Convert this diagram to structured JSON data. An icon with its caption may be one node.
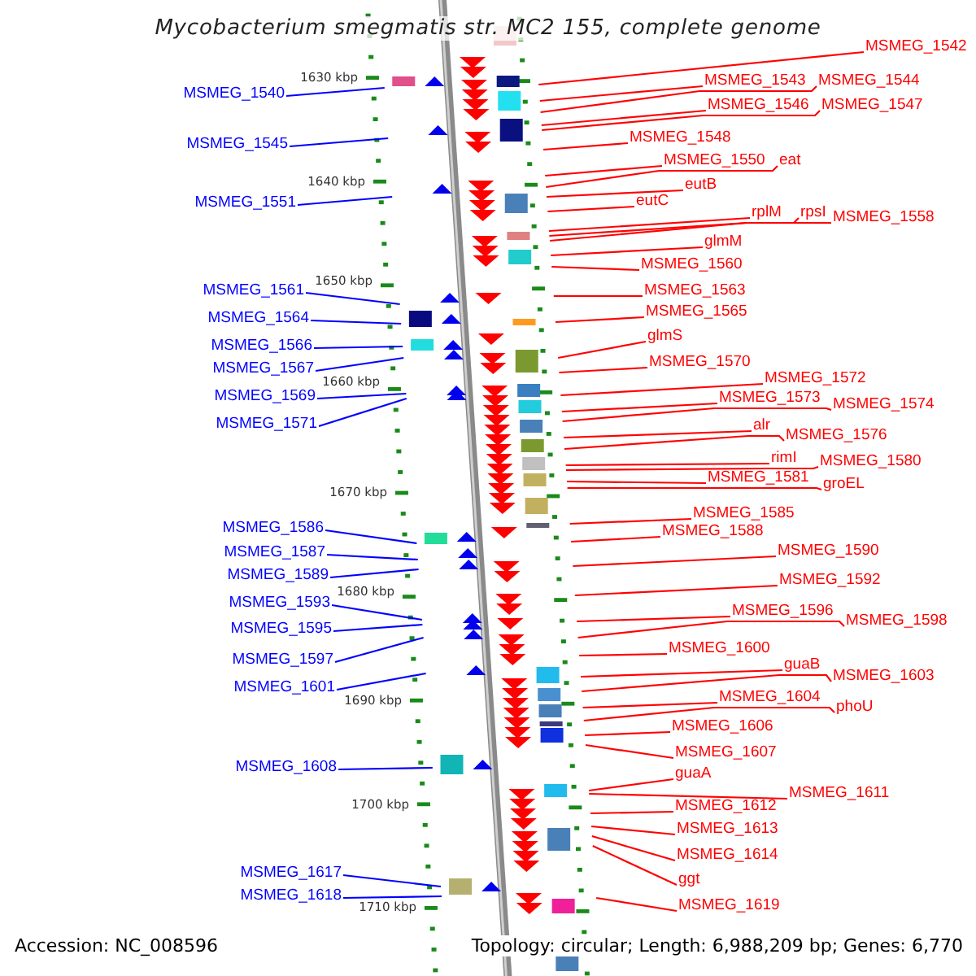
{
  "diagram": {
    "title": "Mycobacterium smegmatis str. MC2 155, complete genome",
    "nodes": [
      {
        "text": [
          "MSMEG_1540"
        ]
      },
      {
        "text": [
          "MSMEG_1545"
        ]
      },
      {
        "text": [
          "MSMEG_1551"
        ]
      },
      {
        "text": [
          "MSMEG_1561"
        ]
      },
      {
        "text": [
          "MSMEG_1564"
        ]
      },
      {
        "text": [
          "MSMEG_1566"
        ]
      },
      {
        "text": [
          "MSMEG_1567"
        ]
      },
      {
        "text": [
          "MSMEG_1569"
        ]
      },
      {
        "text": [
          "MSMEG_1571"
        ]
      },
      {
        "text": [
          "MSMEG_1586"
        ]
      },
      {
        "text": [
          "MSMEG_1587"
        ]
      },
      {
        "text": [
          "MSMEG_1589"
        ]
      },
      {
        "text": [
          "MSMEG_1593"
        ]
      },
      {
        "text": [
          "MSMEG_1595"
        ]
      },
      {
        "text": [
          "MSMEG_1597"
        ]
      },
      {
        "text": [
          "MSMEG_1601"
        ]
      },
      {
        "text": [
          "MSMEG_1608"
        ]
      },
      {
        "text": [
          "MSMEG_1617"
        ]
      },
      {
        "text": [
          "MSMEG_1618"
        ]
      },
      {
        "text": [
          "MSMEG_1542"
        ]
      },
      {
        "text": [
          "MSMEG_1543"
        ]
      },
      {
        "text": [
          "MSMEG_1544"
        ]
      },
      {
        "text": [
          "MSMEG_1546"
        ]
      },
      {
        "text": [
          "MSMEG_1547"
        ]
      },
      {
        "text": [
          "MSMEG_1548"
        ]
      },
      {
        "text": [
          "MSMEG_1550"
        ]
      },
      {
        "text": [
          "eat"
        ]
      },
      {
        "text": [
          "eutB"
        ]
      },
      {
        "text": [
          "eutC"
        ]
      },
      {
        "text": [
          "rplM"
        ]
      },
      {
        "text": [
          "rpsI"
        ]
      },
      {
        "text": [
          "MSMEG_1558"
        ]
      },
      {
        "text": [
          "glmM"
        ]
      },
      {
        "text": [
          "MSMEG_1560"
        ]
      },
      {
        "text": [
          "MSMEG_1563"
        ]
      },
      {
        "text": [
          "MSMEG_1565"
        ]
      },
      {
        "text": [
          "glmS"
        ]
      },
      {
        "text": [
          "MSMEG_1570"
        ]
      },
      {
        "text": [
          "MSMEG_1572"
        ]
      },
      {
        "text": [
          "MSMEG_1573"
        ]
      },
      {
        "text": [
          "MSMEG_1574"
        ]
      },
      {
        "text": [
          "alr"
        ]
      },
      {
        "text": [
          "MSMEG_1576"
        ]
      },
      {
        "text": [
          "rimI"
        ]
      },
      {
        "text": [
          "MSMEG_1580"
        ]
      },
      {
        "text": [
          "MSMEG_1581"
        ]
      },
      {
        "text": [
          "groEL"
        ]
      },
      {
        "text": [
          "MSMEG_1585"
        ]
      },
      {
        "text": [
          "MSMEG_1588"
        ]
      },
      {
        "text": [
          "MSMEG_1590"
        ]
      },
      {
        "text": [
          "MSMEG_1592"
        ]
      },
      {
        "text": [
          "MSMEG_1596"
        ]
      },
      {
        "text": [
          "MSMEG_1598"
        ]
      },
      {
        "text": [
          "MSMEG_1600"
        ]
      },
      {
        "text": [
          "guaB"
        ]
      },
      {
        "text": [
          "MSMEG_1603"
        ]
      },
      {
        "text": [
          "MSMEG_1604"
        ]
      },
      {
        "text": [
          "phoU"
        ]
      },
      {
        "text": [
          "MSMEG_1606"
        ]
      },
      {
        "text": [
          "MSMEG_1607"
        ]
      },
      {
        "text": [
          "guaA"
        ]
      },
      {
        "text": [
          "MSMEG_1611"
        ]
      },
      {
        "text": [
          "MSMEG_1612"
        ]
      },
      {
        "text": [
          "MSMEG_1613"
        ]
      },
      {
        "text": [
          "MSMEG_1614"
        ]
      },
      {
        "text": [
          "ggt"
        ]
      },
      {
        "text": [
          "MSMEG_1619"
        ]
      }
    ],
    "edges": [
      {
        "from": 0,
        "to": null,
        "arrow": "none",
        "color": "#0000ff"
      },
      {
        "from": 1,
        "to": null,
        "arrow": "none",
        "color": "#0000ff"
      },
      {
        "from": 2,
        "to": null,
        "arrow": "none",
        "color": "#0000ff"
      },
      {
        "from": 3,
        "to": null,
        "arrow": "none",
        "color": "#0000ff"
      },
      {
        "from": 4,
        "to": null,
        "arrow": "none",
        "color": "#0000ff"
      },
      {
        "from": 5,
        "to": null,
        "arrow": "none",
        "color": "#0000ff"
      },
      {
        "from": 6,
        "to": null,
        "arrow": "none",
        "color": "#0000ff"
      },
      {
        "from": 7,
        "to": null,
        "arrow": "none",
        "color": "#0000ff"
      },
      {
        "from": 8,
        "to": null,
        "arrow": "none",
        "color": "#0000ff"
      },
      {
        "from": 9,
        "to": null,
        "arrow": "none",
        "color": "#0000ff"
      },
      {
        "from": 10,
        "to": null,
        "arrow": "none",
        "color": "#0000ff"
      },
      {
        "from": 11,
        "to": null,
        "arrow": "none",
        "color": "#0000ff"
      },
      {
        "from": 12,
        "to": null,
        "arrow": "none",
        "color": "#0000ff"
      },
      {
        "from": 13,
        "to": null,
        "arrow": "none",
        "color": "#0000ff"
      },
      {
        "from": 14,
        "to": null,
        "arrow": "none",
        "color": "#0000ff"
      },
      {
        "from": 15,
        "to": null,
        "arrow": "none",
        "color": "#0000ff"
      },
      {
        "from": 16,
        "to": null,
        "arrow": "none",
        "color": "#0000ff"
      },
      {
        "from": 17,
        "to": null,
        "arrow": "none",
        "color": "#0000ff"
      },
      {
        "from": 18,
        "to": null,
        "arrow": "none",
        "color": "#0000ff"
      },
      {
        "from": 19,
        "to": null,
        "arrow": "none"
      },
      {
        "from": 20,
        "to": null,
        "arrow": "none"
      },
      {
        "from": 21,
        "to": null,
        "arrow": "none"
      },
      {
        "from": 22,
        "to": null,
        "arrow": "none"
      },
      {
        "from": 23,
        "to": null,
        "arrow": "none"
      },
      {
        "from": 24,
        "to": null,
        "arrow": "none"
      },
      {
        "from": 25,
        "to": null,
        "arrow": "none"
      },
      {
        "from": 26,
        "to": null,
        "arrow": "none"
      },
      {
        "from": 27,
        "to": null,
        "arrow": "none"
      },
      {
        "from": 28,
        "to": null,
        "arrow": "none"
      },
      {
        "from": 29,
        "to": null,
        "arrow": "none"
      },
      {
        "from": 30,
        "to": null,
        "arrow": "none"
      },
      {
        "from": 31,
        "to": null,
        "arrow": "none"
      },
      {
        "from": 32,
        "to": null,
        "arrow": "none"
      },
      {
        "from": 33,
        "to": null,
        "arrow": "none"
      },
      {
        "from": 34,
        "to": null,
        "arrow": "none"
      },
      {
        "from": 35,
        "to": null,
        "arrow": "none"
      },
      {
        "from": 36,
        "to": null,
        "arrow": "none"
      },
      {
        "from": 37,
        "to": null,
        "arrow": "none"
      },
      {
        "from": 38,
        "to": null,
        "arrow": "none"
      },
      {
        "from": 39,
        "to": null,
        "arrow": "none"
      },
      {
        "from": 40,
        "to": null,
        "arrow": "none"
      },
      {
        "from": 41,
        "to": null,
        "arrow": "none"
      },
      {
        "from": 42,
        "to": null,
        "arrow": "none"
      },
      {
        "from": 43,
        "to": null,
        "arrow": "none"
      },
      {
        "from": 44,
        "to": null,
        "arrow": "none"
      },
      {
        "from": 45,
        "to": null,
        "arrow": "none"
      },
      {
        "from": 46,
        "to": null,
        "arrow": "none"
      },
      {
        "from": 47,
        "to": null,
        "arrow": "none"
      },
      {
        "from": 48,
        "to": null,
        "arrow": "none"
      },
      {
        "from": 49,
        "to": null,
        "arrow": "none"
      },
      {
        "from": 50,
        "to": null,
        "arrow": "none"
      },
      {
        "from": 51,
        "to": null,
        "arrow": "none"
      },
      {
        "from": 52,
        "to": null,
        "arrow": "none"
      },
      {
        "from": 53,
        "to": null,
        "arrow": "none"
      },
      {
        "from": 54,
        "to": null,
        "arrow": "none"
      },
      {
        "from": 55,
        "to": null,
        "arrow": "none"
      },
      {
        "from": 56,
        "to": null,
        "arrow": "none"
      },
      {
        "from": 57,
        "to": null,
        "arrow": "none"
      },
      {
        "from": 58,
        "to": null,
        "arrow": "none"
      },
      {
        "from": 59,
        "to": null,
        "arrow": "none"
      },
      {
        "from": 60,
        "to": null,
        "arrow": "none"
      },
      {
        "from": 61,
        "to": null,
        "arrow": "none"
      },
      {
        "from": 62,
        "to": null,
        "arrow": "none"
      },
      {
        "from": 63,
        "to": null,
        "arrow": "none"
      },
      {
        "from": 64,
        "to": null,
        "arrow": "none"
      },
      {
        "from": 65,
        "to": null,
        "arrow": "none"
      },
      {
        "from": 66,
        "to": null,
        "arrow": "none"
      }
    ],
    "labels": [
      "1630 kbp",
      "1640 kbp",
      "1650 kbp",
      "1660 kbp",
      "1670 kbp",
      "1680 kbp",
      "1690 kbp",
      "1700 kbp",
      "1710 kbp",
      "Accession: NC_008596",
      "Topology: circular; Length: 6,988,209 bp; Genes: 6,770"
    ]
  }
}
